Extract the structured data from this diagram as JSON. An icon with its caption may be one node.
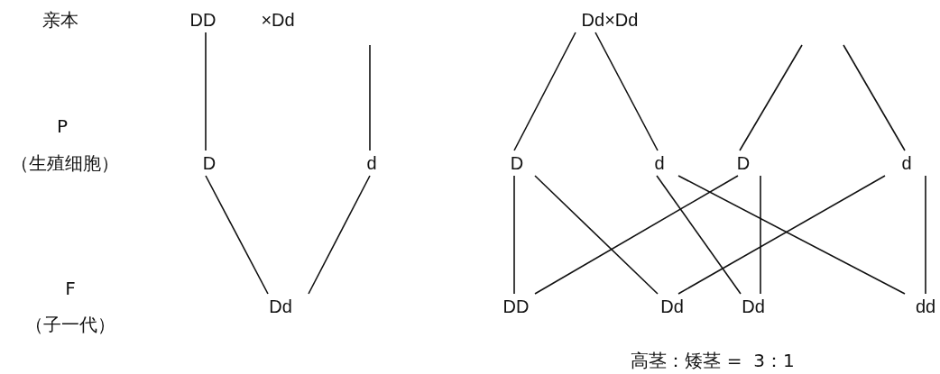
{
  "diagram": {
    "nodes": [
      {
        "text": [
          "DD"
        ]
      },
      {
        "text": [
          "×Dd"
        ]
      },
      {
        "text": [
          "D"
        ]
      },
      {
        "text": [
          "d"
        ]
      },
      {
        "text": [
          "Dd"
        ]
      },
      {
        "text": [
          "Dd×Dd"
        ]
      },
      {
        "text": [
          "D"
        ]
      },
      {
        "text": [
          "d"
        ]
      },
      {
        "text": [
          "D"
        ]
      },
      {
        "text": [
          "d"
        ]
      },
      {
        "text": [
          "DD"
        ]
      },
      {
        "text": [
          "Dd"
        ]
      },
      {
        "text": [
          "Dd"
        ]
      },
      {
        "text": [
          "dd"
        ]
      }
    ],
    "edges": [
      {
        "from": 0,
        "to": 2,
        "arrow": "none"
      },
      {
        "from": null,
        "to": 3,
        "arrow": "none"
      },
      {
        "from": 2,
        "to": 4,
        "arrow": "none"
      },
      {
        "from": 3,
        "to": 4,
        "arrow": "none"
      },
      {
        "from": 5,
        "to": 6,
        "arrow": "none"
      },
      {
        "from": 5,
        "to": 7,
        "arrow": "none"
      },
      {
        "from": null,
        "to": 8,
        "arrow": "none"
      },
      {
        "from": null,
        "to": 9,
        "arrow": "none"
      },
      {
        "from": 6,
        "to": 10,
        "arrow": "none"
      },
      {
        "from": 6,
        "to": 11,
        "arrow": "none"
      },
      {
        "from": 7,
        "to": 12,
        "arrow": "none"
      },
      {
        "from": 7,
        "to": 13,
        "arrow": "none"
      },
      {
        "from": 8,
        "to": 10,
        "arrow": "none"
      },
      {
        "from": 8,
        "to": 12,
        "arrow": "none"
      },
      {
        "from": 9,
        "to": 11,
        "arrow": "none"
      },
      {
        "from": 9,
        "to": 13,
        "arrow": "none"
      }
    ],
    "labels": [
      "亲本",
      "P",
      "（生殖细胞）",
      "F",
      "（子一代）",
      "高茎：矮茎 =  3：1"
    ]
  }
}
